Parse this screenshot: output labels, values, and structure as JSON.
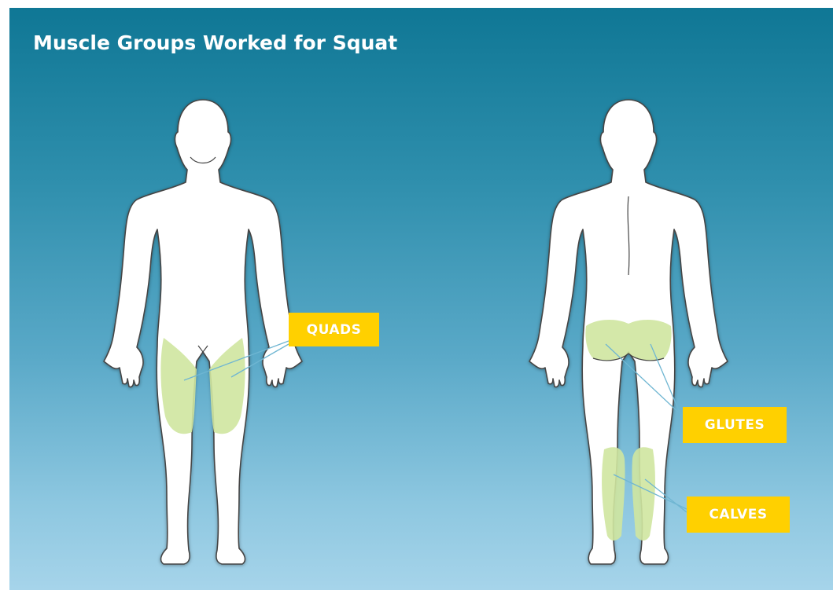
{
  "title": "Muscle Groups Worked for Squat",
  "labels": {
    "quads": "QUADS",
    "glutes": "GLUTES",
    "calves": "CALVES"
  },
  "colors": {
    "background_top": "#0f7795",
    "background_bottom": "#a6d4ea",
    "body": "#ffffff",
    "muscle": "#cfe6a0",
    "label": "#ffd000",
    "leader_line": "#6fb6d2"
  }
}
